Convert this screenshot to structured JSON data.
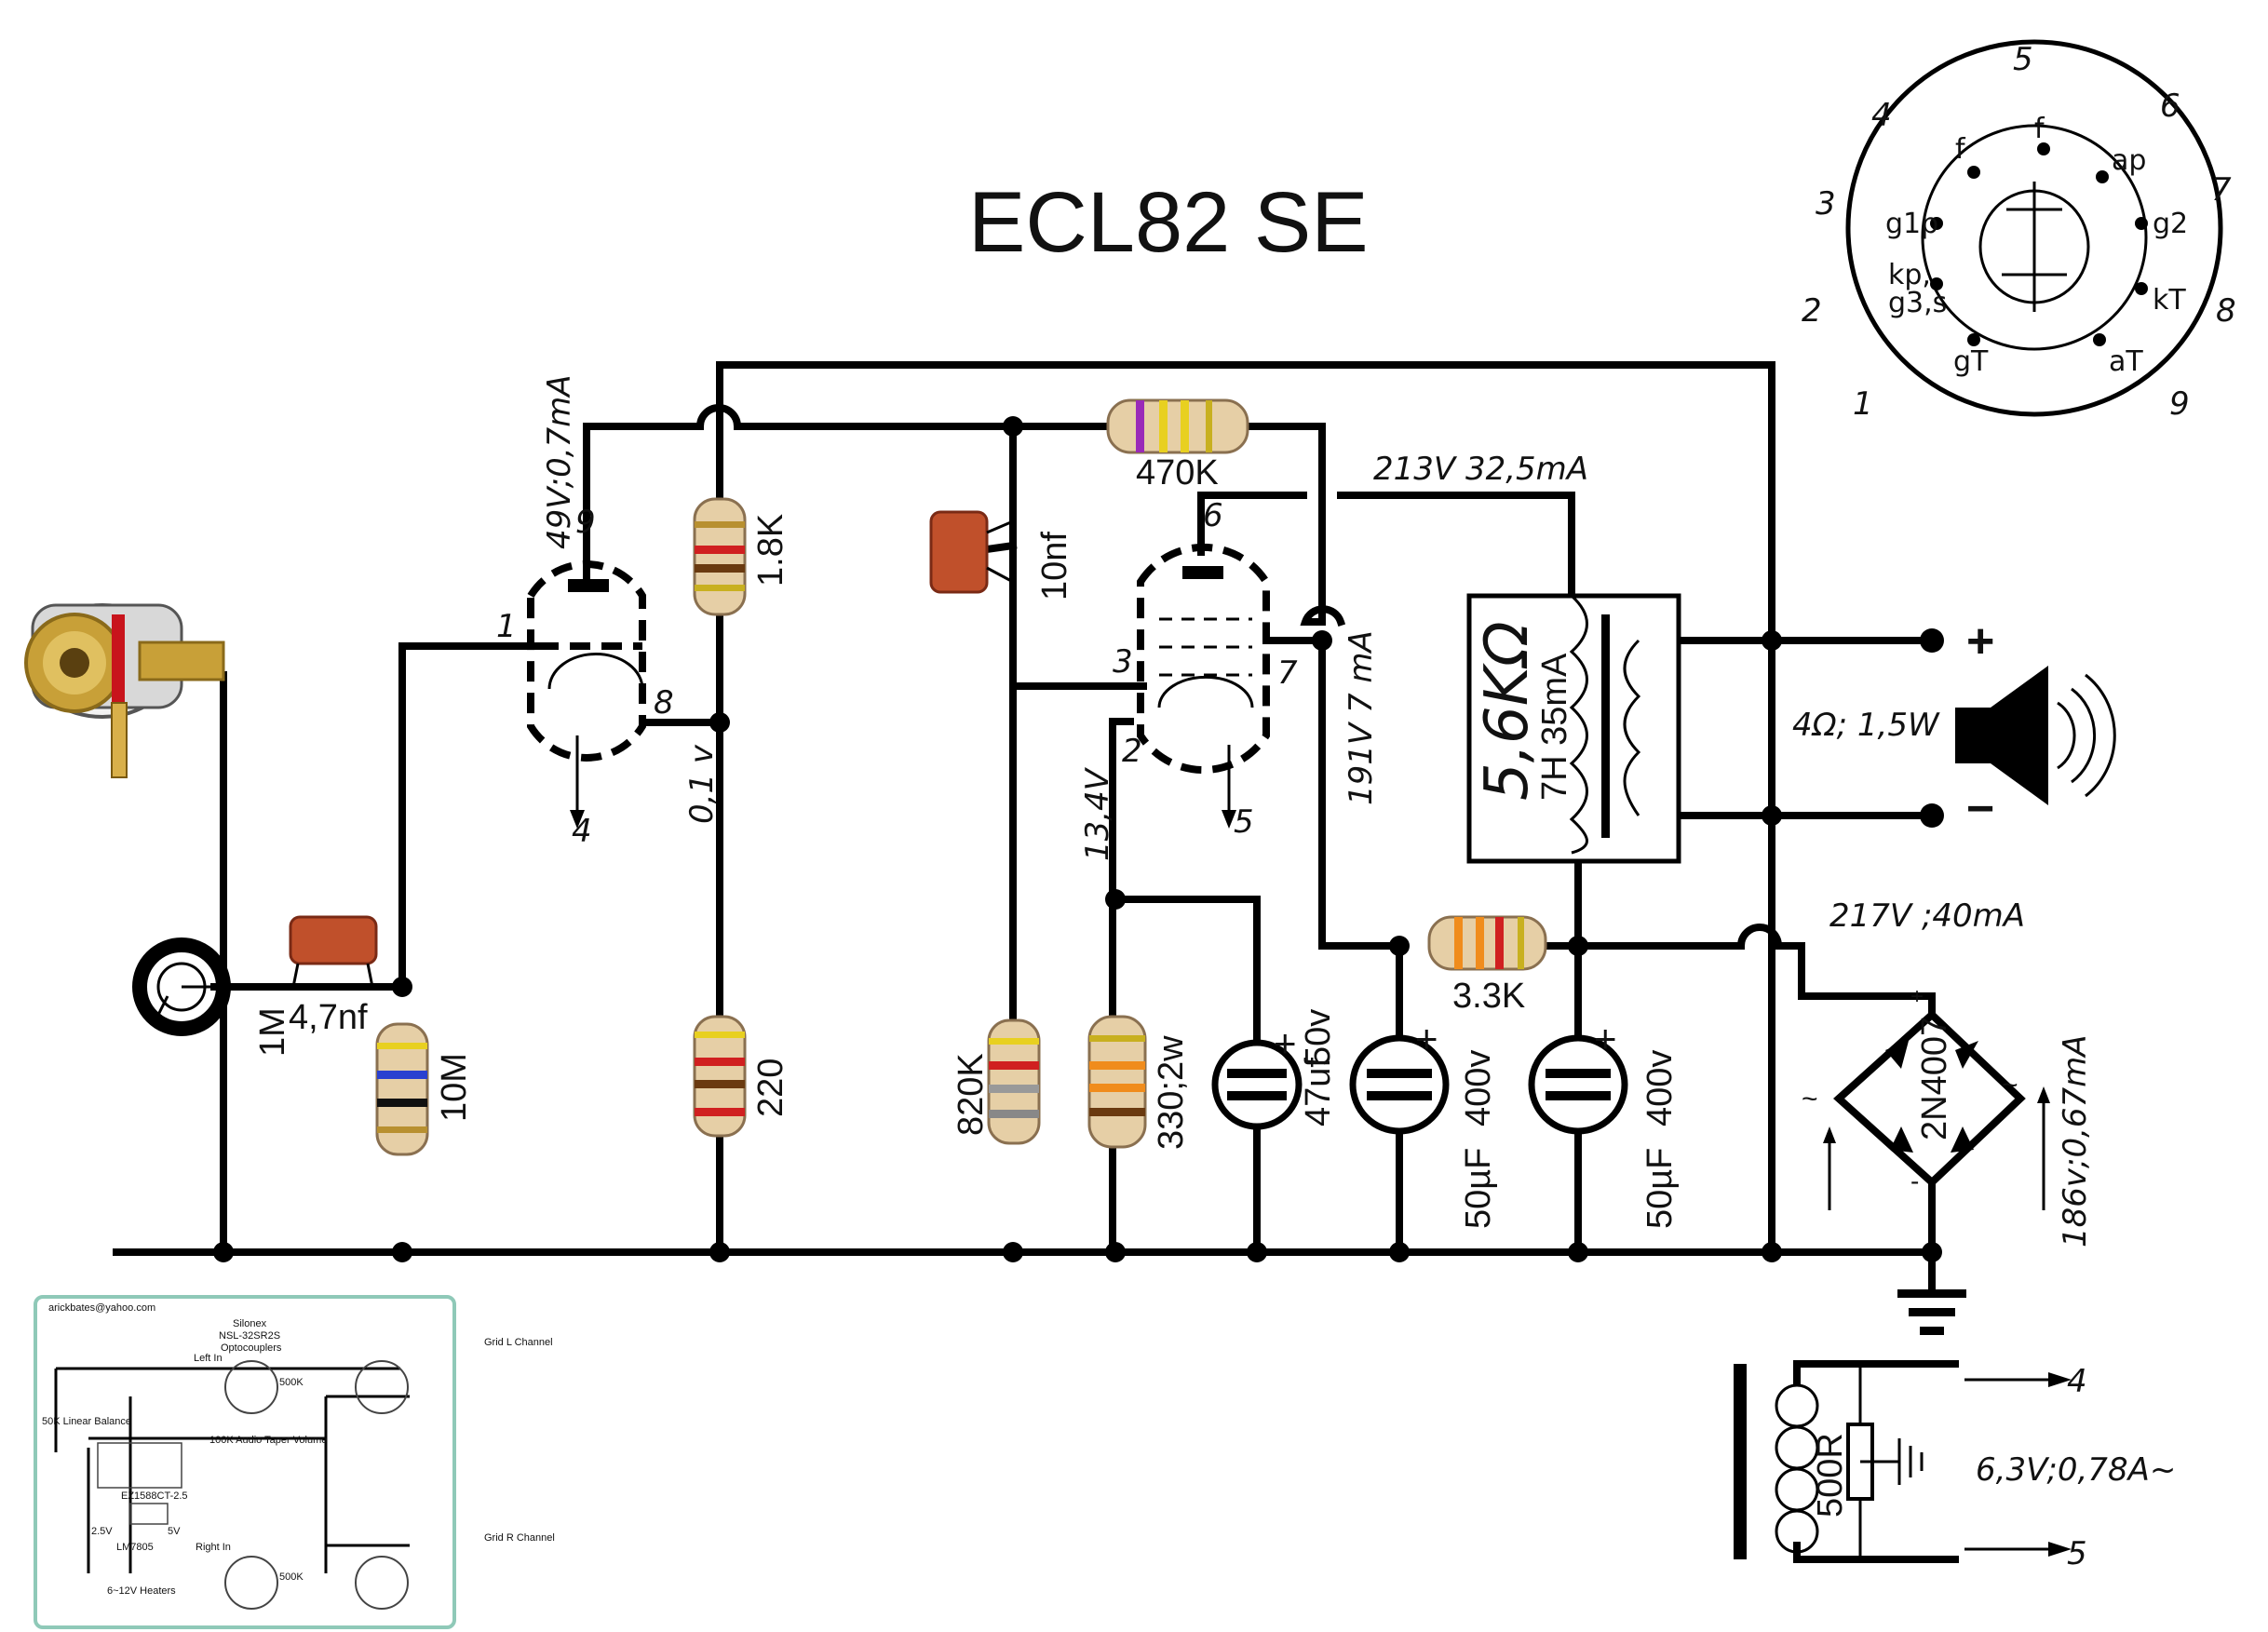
{
  "title": "ECL82   SE",
  "components": {
    "r_1m": "1M",
    "c_input": "4,7nf",
    "r_grid": "10M",
    "r_plate": "1.8K",
    "r_cathode": "220",
    "c_coupling": "10nf",
    "r_470k": "470K",
    "r_820k": "820K",
    "r_330": "330;2w",
    "c_47uf_a": "47uf",
    "c_47uf_b": "50v",
    "r_33k": "3.3K",
    "c_filter1_a": "50µF",
    "c_filter1_b": "400v",
    "c_filter2_a": "50µF",
    "c_filter2_b": "400v",
    "xfmr_imp": "5,6KΩ",
    "xfmr_ind": "7H 35mA",
    "speaker": "4Ω; 1,5W",
    "bridge": "2N4007",
    "heater_r": "500R"
  },
  "annotations": {
    "triode_plate": "49V;0,7mA",
    "triode_cathode": "0,1 v",
    "pentode_cathode": "13,4V",
    "screen": "191V 7 mA",
    "plate_supply": "213V 32,5mA",
    "bridge_out": "217V ;40mA",
    "bridge_in": "186v;0,67mA",
    "heater": "6,3V;0,78A~"
  },
  "pins": {
    "t_plate": "9",
    "t_grid": "1",
    "t_cathode": "8",
    "t_heater": "4",
    "p_plate": "6",
    "p_grid": "3",
    "p_screen": "7",
    "p_cathode": "2",
    "p_heater": "5"
  },
  "heater_pins": {
    "a": "4",
    "b": "5"
  },
  "speaker_plus": "+",
  "speaker_minus": "−",
  "bridge_plus": "+",
  "bridge_minus": "-",
  "bridge_ac": "~",
  "socket": {
    "numbers": [
      "5",
      "6",
      "7",
      "8",
      "9",
      "1",
      "2",
      "3",
      "4"
    ],
    "pins": [
      "f",
      "f",
      "ap",
      "g2",
      "kT",
      "aT",
      "gT",
      "kp,",
      "g3,s",
      "g1p"
    ]
  },
  "inset": {
    "email": "arickbates@yahoo.com",
    "title_1": "Silonex",
    "title_2": "NSL-32SR2S",
    "title_3": "Optocouplers",
    "left_in": "Left In",
    "right_in": "Right In",
    "grid_l": "Grid L Channel",
    "grid_r": "Grid R Channel",
    "balance": "50K Linear Balance",
    "volume": "100K Audio Taper Volume",
    "r500k_a": "500K",
    "r500k_b": "500K",
    "reg": "EZ1588CT-2.5",
    "v25": "2.5V",
    "v5": "5V",
    "lm": "LM7805",
    "heaters": "6~12V Heaters"
  },
  "colors": {
    "capacitor": "#c0502b",
    "resistor_body": "#e6cfa6",
    "jack_red": "#c8141c",
    "jack_gold": "#c8a038",
    "inset_border": "#8fc9b8"
  }
}
